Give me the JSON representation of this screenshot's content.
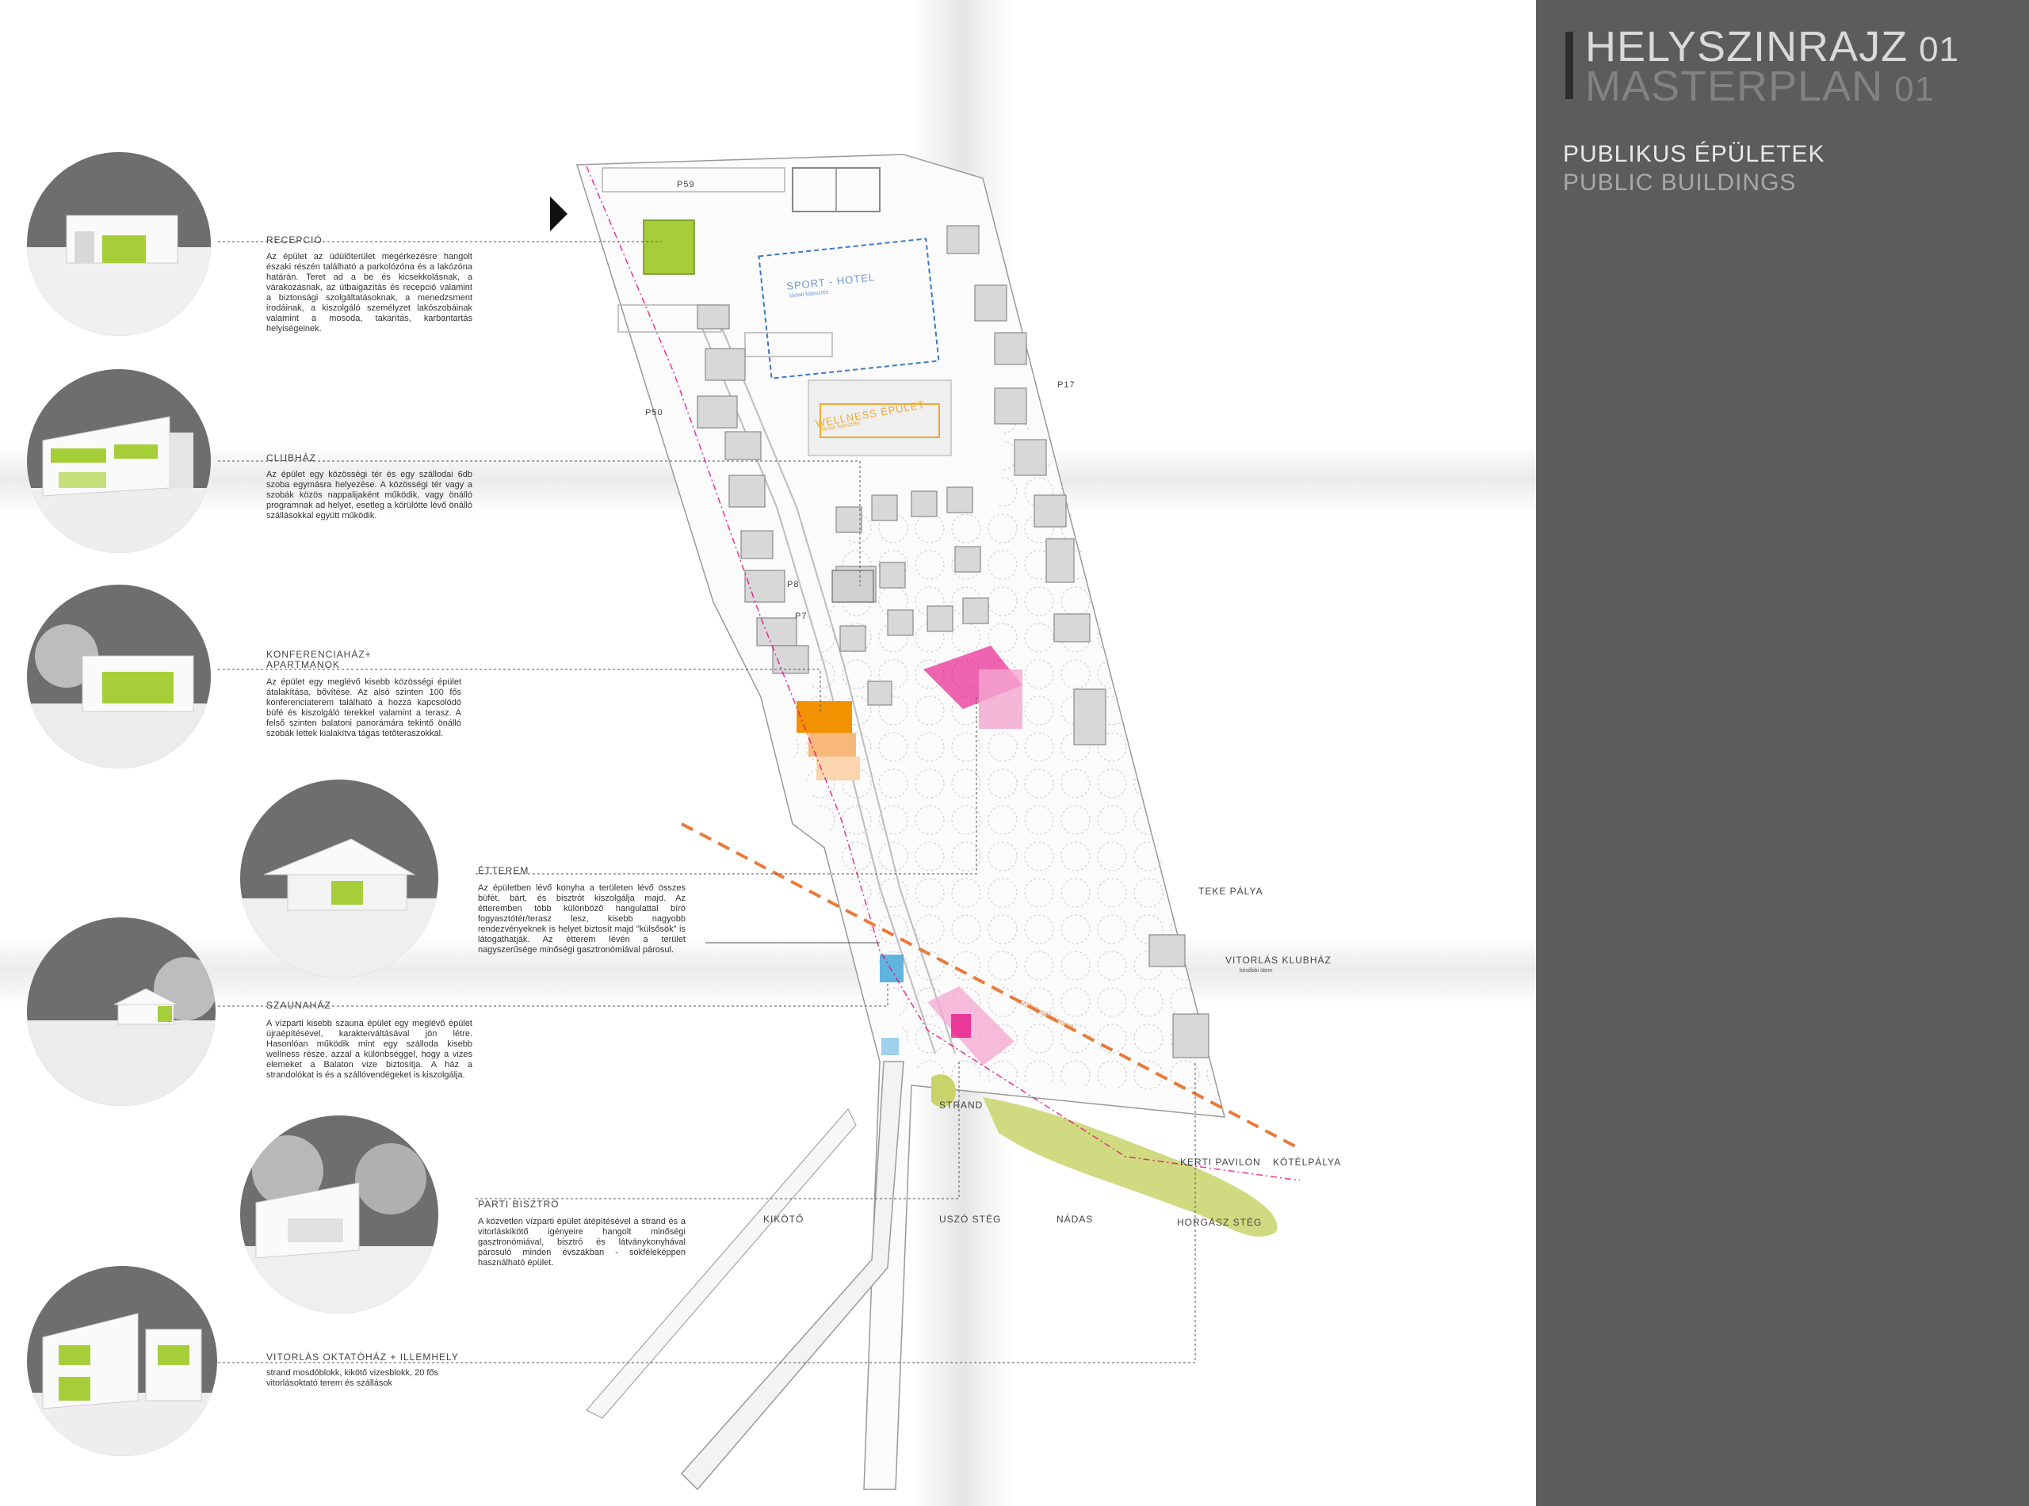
{
  "header": {
    "title_hu": "HELYSZINRAJZ",
    "title_hu_num": "01",
    "title_en": "MASTERPLAN",
    "title_en_num": "01",
    "section_hu": "PUBLIKUS ÉPÜLETEK",
    "section_en": "PUBLIC BUILDINGS"
  },
  "colors": {
    "sidebar": "#5c5c5c",
    "accent_green": "#a6ce39",
    "orange": "#f39200",
    "pink": "#e6007e",
    "blue": "#3ba3d6",
    "olive": "#c8d46a",
    "dashed_red": "#e84e0f"
  },
  "buildings": [
    {
      "title": "RECEPCIÓ",
      "text": "Az épület az üdülőterület megérkezésre hangolt északi részén található a parkolózóna és a lakózóna határán. Teret ad a be és kicsekkolásnak, a várakozásnak, az útbaigazítás és recepció valamint a biztonsági szolgáltatásoknak, a menedzsment irodáinak, a kiszolgáló személyzet lakószobáinak valamint a mosoda, takarítás, karbantartás helyiségeinek."
    },
    {
      "title": "CLUBHÁZ",
      "text": "Az épület egy közösségi tér és egy szállodai 6db szoba egymásra helyezése. A közösségi tér vagy a szobák közös nappalijaként működik, vagy önálló programnak ad helyet, esetleg a körülötte lévő önálló szállásokkal együtt működik."
    },
    {
      "title": "KONFERENCIAHÁZ+ APARTMANOK",
      "text": "Az épület egy meglévő kisebb közösségi épület átalakítása, bővítése. Az alsó szinten 100 fős konferenciaterem található a hozzá kapcsolódó büfé és kiszolgáló terekkel valamint a terasz. A felső szinten balatoni panorámára tekintő önálló szobák lettek kialakítva tágas tetőteraszokkal."
    },
    {
      "title": "ÉTTEREM",
      "text": "Az épületben lévő konyha a területen lévő összes büfét, bárt, és bisztrót kiszolgálja majd. Az étteremben több különböző hangulattal bíró fogyasztótér/terasz lesz, kisebb nagyobb rendezvényeknek is helyet biztosít majd \"külsősök\" is látogathatják. Az étterem lévén a terület nagyszerűsége minőségi gasztronómiával párosul."
    },
    {
      "title": "SZAUNAHÁZ",
      "text": "A vízparti kisebb szauna épület egy meglévő épület újraépítésével, karakterváltásával jön létre. Hasonlóan működik mint egy szálloda kisebb wellness része, azzal a különbséggel, hogy a vizes elemeket a Balaton vize biztosítja. A ház a strandolókat is és a szállóvendégeket is kiszolgálja."
    },
    {
      "title": "PARTI BISZTRÓ",
      "text": "A közvetlen vízparti épület átépítésével a strand és a vitorláskikötő igényeire hangolt minőségi gasztronómiával, bisztró és látványkonyhával párosuló minden évszakban - sokféleképpen használható épület."
    },
    {
      "title": "VITORLÁS OKTATÓHÁZ + ILLEMHELY",
      "text": "strand mosdóblokk, kikötő vizesblokk, 20 fős vitorlásoktató terem és szállások"
    }
  ],
  "plan_labels": {
    "p59": "P59",
    "p17": "P17",
    "p50": "P50",
    "p8": "P8",
    "p7": "P7",
    "sport_hotel": "SPORT - HOTEL",
    "sport_hotel_sub": "távlati fejlesztés",
    "wellness": "WELLNESS ÉPÜLET",
    "wellness_sub": "távlati fejlesztés",
    "teke": "TEKE PÁLYA",
    "vitorlas_klub": "VITORLÁS KLUBHÁZ",
    "vitorlas_klub_sub": "későbbi ütem",
    "strand": "STRAND",
    "kerti_pavilon": "KERTI PAVILON",
    "kotelpalya": "KÖTÉLPÁLYA",
    "kikoto": "KIKÖTŐ",
    "uszo_steg": "USZÓ STÉG",
    "nadas": "NÁDAS",
    "horgasz_steg": "HORGÁSZ STÉG",
    "boundary_note": "szabályozási vonal"
  }
}
